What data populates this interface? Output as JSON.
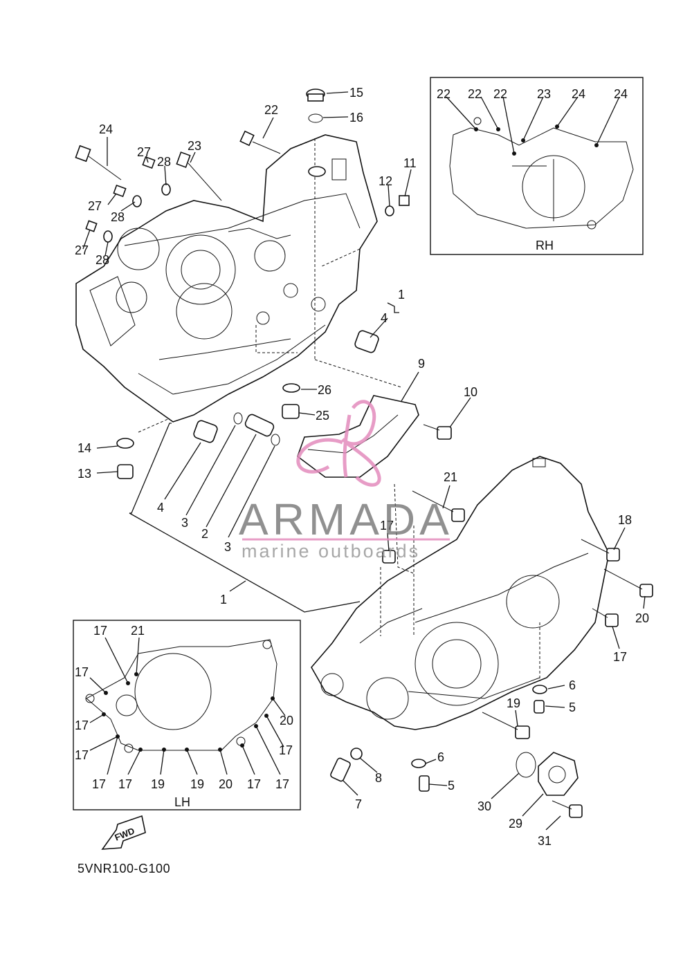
{
  "diagram_code": "5VNR100-G100",
  "watermark": {
    "brand": "ARMADA",
    "tagline": "marine outboards",
    "accent_color": "#e38bbd"
  },
  "fwd_badge": "FWD",
  "inset_rh": {
    "title": "RH",
    "labels": [
      "22",
      "22",
      "22",
      "23",
      "24",
      "24"
    ]
  },
  "inset_lh": {
    "title": "LH",
    "labels": [
      "17",
      "21",
      "17",
      "17",
      "17",
      "17",
      "17",
      "19",
      "19",
      "20",
      "17",
      "17",
      "17",
      "20"
    ]
  },
  "callouts": {
    "c15": "15",
    "c16": "16",
    "c22": "22",
    "c24": "24",
    "c27a": "27",
    "c28a": "28",
    "c23": "23",
    "c27b": "27",
    "c28b": "28",
    "c27c": "27",
    "c28c": "28",
    "c12": "12",
    "c11": "11",
    "c1a": "1",
    "c4a": "4",
    "c9": "9",
    "c26": "26",
    "c25": "25",
    "c10": "10",
    "c14": "14",
    "c13": "13",
    "c4b": "4",
    "c3a": "3",
    "c2": "2",
    "c3b": "3",
    "c1b": "1",
    "c21": "21",
    "c17a": "17",
    "c18": "18",
    "c20": "20",
    "c17b": "17",
    "c6a": "6",
    "c5a": "5",
    "c19": "19",
    "c8": "8",
    "c7": "7",
    "c6b": "6",
    "c5b": "5",
    "c30": "30",
    "c29": "29",
    "c31": "31"
  }
}
